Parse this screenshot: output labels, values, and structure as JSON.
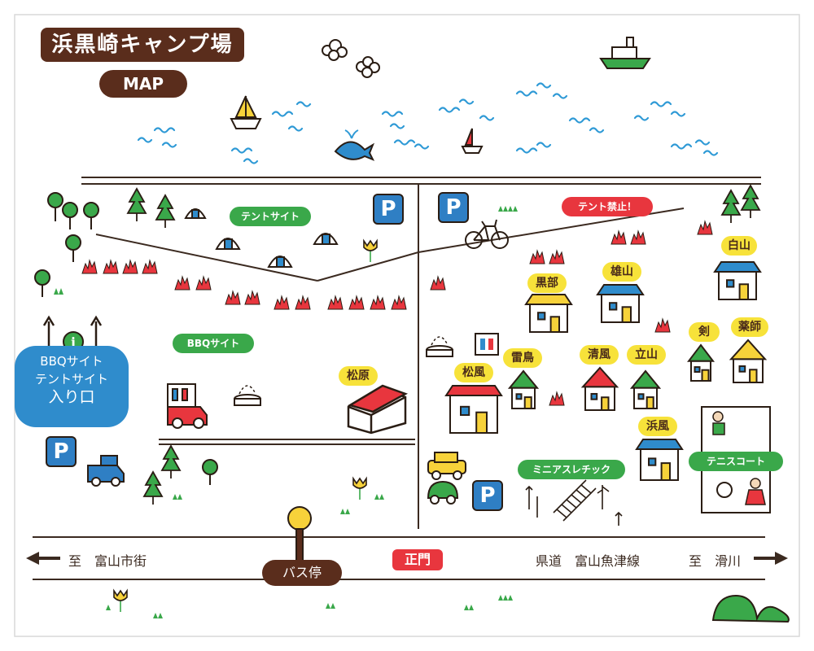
{
  "title": "浜黒崎キャンプ場",
  "subtitle": "MAP",
  "areas": {
    "tent_site": "テントサイト",
    "tent_forbidden": "テント禁止！",
    "bbq_site": "BBQサイト",
    "mini_athletic": "ミニアスレチック",
    "tennis_court": "テニスコート"
  },
  "entrance_sign": {
    "line1": "BBQサイト",
    "line2": "テントサイト",
    "line3": "入り口"
  },
  "cabins": {
    "hakusan": "白山",
    "kurobe": "黒部",
    "ouzan": "雄山",
    "tsurugi": "剣",
    "yakushi": "薬師",
    "raichou": "雷鳥",
    "seifuu": "清風",
    "tateyama": "立山",
    "shoufuu": "松風",
    "matsubara": "松原",
    "hamakaze": "浜風"
  },
  "roads": {
    "to_toyama": "至　富山市街",
    "prefectural": "県道　富山魚津線",
    "to_namerikawa": "至　滑川"
  },
  "bus_stop": "バス停",
  "main_gate": "正門",
  "parking_label": "P",
  "colors": {
    "brown": "#5a2d1c",
    "green": "#3aa84a",
    "red": "#e8363e",
    "blue": "#2f8ccc",
    "yellow": "#f7e23a"
  }
}
